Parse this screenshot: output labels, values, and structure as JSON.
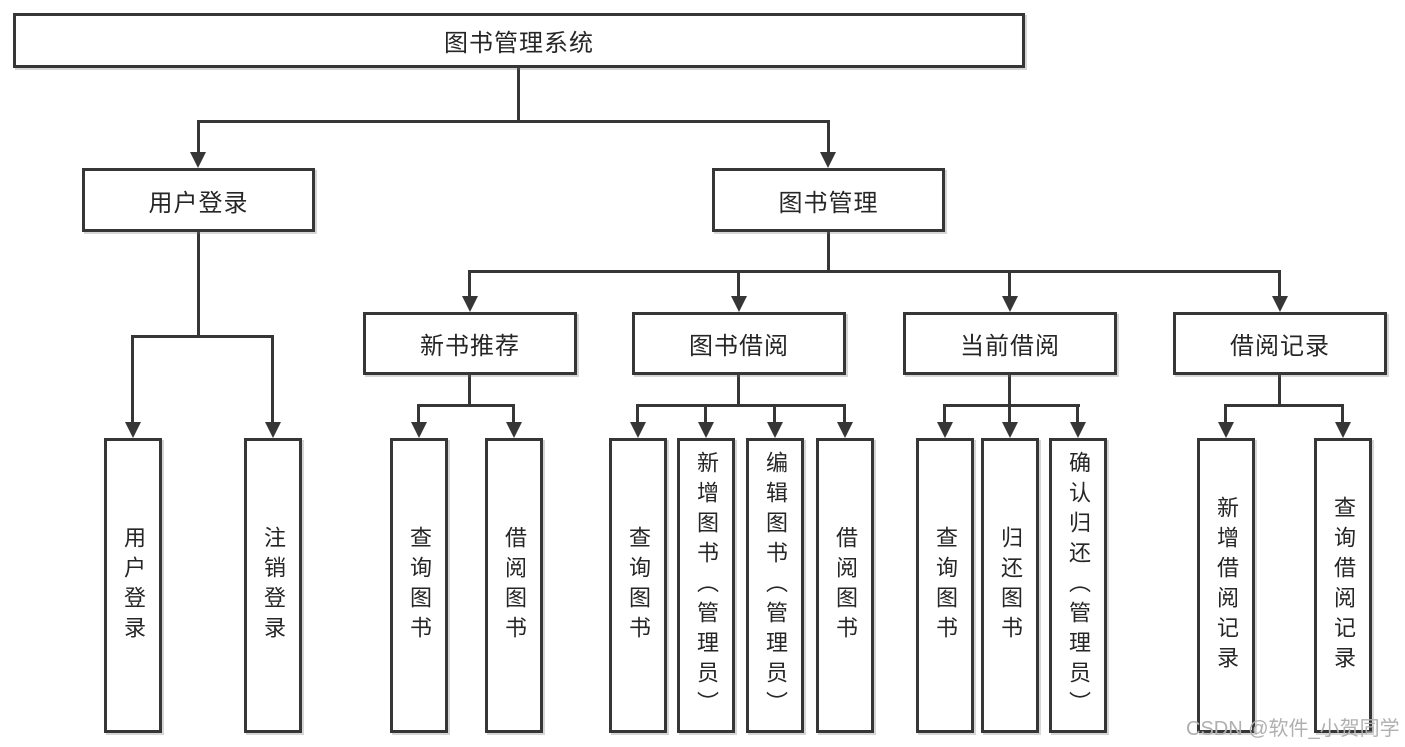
{
  "tree": {
    "label": "图书管理系统",
    "children": [
      {
        "label": "用户登录",
        "children": [
          {
            "label": "用户登录"
          },
          {
            "label": "注销登录"
          }
        ]
      },
      {
        "label": "图书管理",
        "children": [
          {
            "label": "新书推荐",
            "children": [
              {
                "label": "查询图书"
              },
              {
                "label": "借阅图书"
              }
            ]
          },
          {
            "label": "图书借阅",
            "children": [
              {
                "label": "查询图书"
              },
              {
                "label": "新增图书（管理员）"
              },
              {
                "label": "编辑图书（管理员）"
              },
              {
                "label": "借阅图书"
              }
            ]
          },
          {
            "label": "当前借阅",
            "children": [
              {
                "label": "查询图书"
              },
              {
                "label": "归还图书"
              },
              {
                "label": "确认归还（管理员）"
              }
            ]
          },
          {
            "label": "借阅记录",
            "children": [
              {
                "label": "新增借阅记录"
              },
              {
                "label": "查询借阅记录"
              }
            ]
          }
        ]
      }
    ]
  },
  "watermark": {
    "text": "CSDN @软件_小贺同学"
  },
  "colors": {
    "line": "#363636",
    "box_border": "#363636",
    "text": "#262626",
    "watermark": "#b0b0b0",
    "background": "#ffffff"
  }
}
